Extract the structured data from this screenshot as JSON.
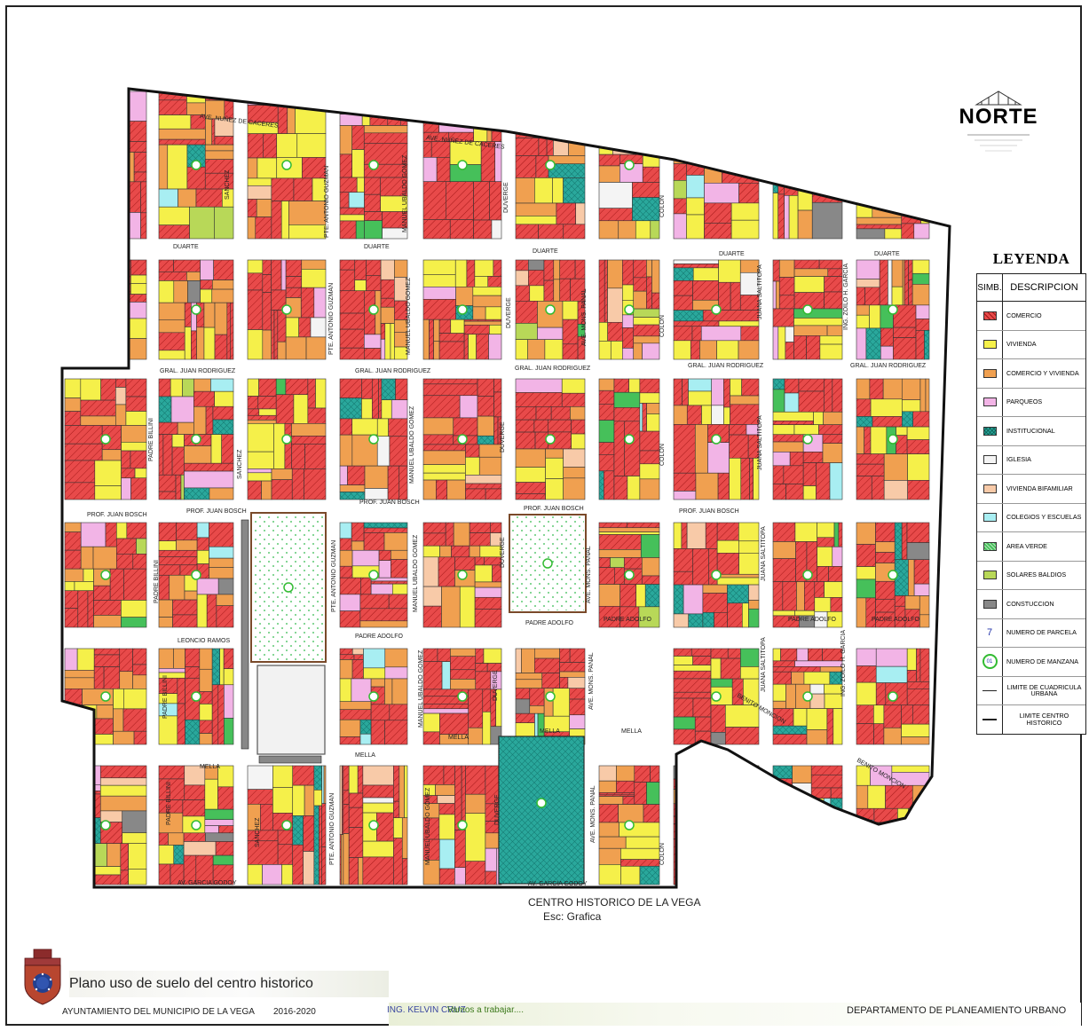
{
  "north": {
    "label": "NORTE"
  },
  "legend": {
    "title": "LEYENDA",
    "header": {
      "symbol": "SIMB.",
      "description": "DESCRIPCION"
    },
    "items": [
      {
        "label": "COMERCIO",
        "color": "#e84a4a",
        "symbol": "swatch"
      },
      {
        "label": "VIVIENDA",
        "color": "#f5f04a",
        "symbol": "swatch"
      },
      {
        "label": "COMERCIO Y VIVIENDA",
        "color": "#f0a050",
        "symbol": "swatch"
      },
      {
        "label": "PARQUEOS",
        "color": "#f2b4e6",
        "symbol": "swatch"
      },
      {
        "label": "INSTITUCIONAL",
        "color": "#2aa89c",
        "symbol": "swatch"
      },
      {
        "label": "IGLESIA",
        "color": "#f4f4f4",
        "symbol": "swatch"
      },
      {
        "label": "VIVIENDA BIFAMILIAR",
        "color": "#f8caa8",
        "symbol": "swatch"
      },
      {
        "label": "COLEGIOS Y ESCUELAS",
        "color": "#a8eef2",
        "symbol": "swatch"
      },
      {
        "label": "AREA VERDE",
        "color": "#46c05a",
        "symbol": "swatch"
      },
      {
        "label": "SOLARES BALDIOS",
        "color": "#b8d858",
        "symbol": "swatch"
      },
      {
        "label": "CONSTUCCION",
        "color": "#888888",
        "symbol": "swatch"
      },
      {
        "label": "NUMERO DE PARCELA",
        "color": "#2233aa",
        "symbol": "parcel",
        "glyph": "7"
      },
      {
        "label": "NUMERO DE MANZANA",
        "color": "#33bb33",
        "symbol": "manzana",
        "glyph": "01"
      },
      {
        "label": "LIMITE DE CUADRICULA URBANA",
        "color": "#222222",
        "symbol": "line"
      },
      {
        "label": "LIMITE CENTRO HISTORICO",
        "color": "#222222",
        "symbol": "line"
      }
    ]
  },
  "streets": {
    "horizontal": [
      {
        "name": "AVE. NUÑEZ DE CACERES"
      },
      {
        "name": "DUARTE"
      },
      {
        "name": "GRAL. JUAN RODRIGUEZ"
      },
      {
        "name": "PROF. JUAN BOSCH"
      },
      {
        "name": "LEONCIO RAMOS"
      },
      {
        "name": "PADRE ADOLFO"
      },
      {
        "name": "MELLA"
      },
      {
        "name": "BENITO MONCION"
      },
      {
        "name": "AV. GARCIA GODOY"
      }
    ],
    "vertical": [
      {
        "name": "SANCHEZ"
      },
      {
        "name": "PADRE BILLINI"
      },
      {
        "name": "PTE. ANTONIO GUZMAN"
      },
      {
        "name": "MANUEL UBALDO GOMEZ"
      },
      {
        "name": "DUVERGE"
      },
      {
        "name": "AVE. MONS. PANAL"
      },
      {
        "name": "COLON"
      },
      {
        "name": "JUANA SALTITOPA"
      },
      {
        "name": "ING. ZOILO H. GARCIA"
      }
    ]
  },
  "captions": {
    "map_title": "CENTRO HISTORICO DE LA VEGA",
    "scale": "Esc: Grafica"
  },
  "footer": {
    "plan_title": "Plano uso de suelo del centro historico",
    "organization": "AYUNTAMIENTO DEL MUNICIPIO DE LA VEGA",
    "years": "2016-2020",
    "engineer": "ING. KELVIN CRUZ",
    "slogan": "Vamos a trabajar....",
    "department": "DEPARTAMENTO DE PLANEAMIENTO URBANO"
  }
}
